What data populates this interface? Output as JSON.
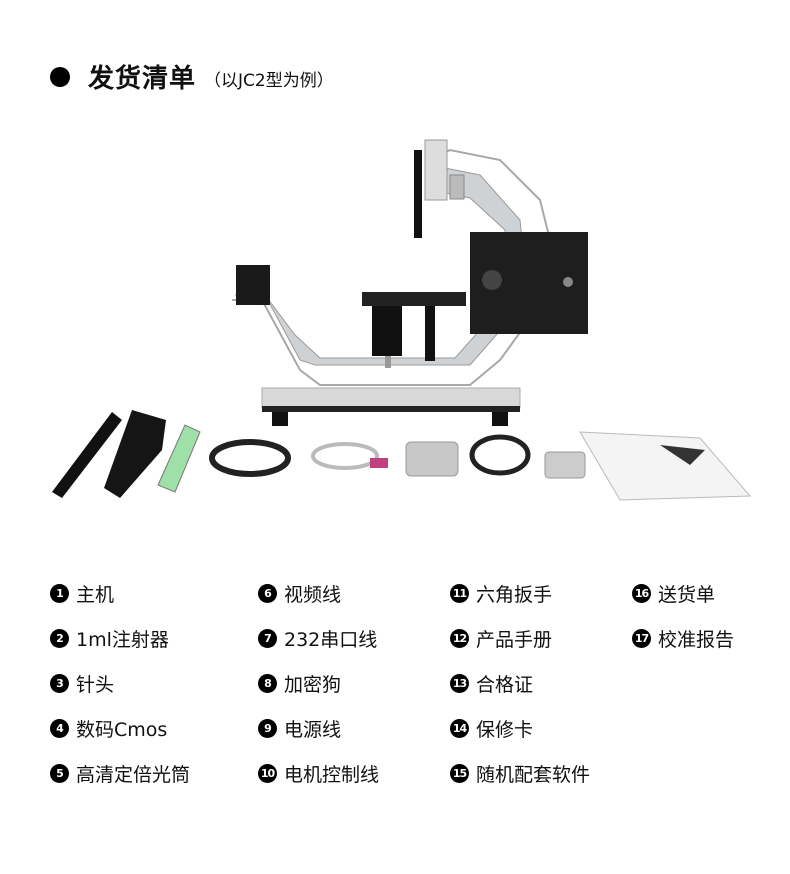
{
  "header": {
    "title": "发货清单",
    "subtitle": "（以JC2型为例）"
  },
  "items": [
    {
      "num": "1",
      "label": "主机"
    },
    {
      "num": "2",
      "label": "1ml注射器"
    },
    {
      "num": "3",
      "label": "针头"
    },
    {
      "num": "4",
      "label": "数码Cmos"
    },
    {
      "num": "5",
      "label": "高清定倍光筒"
    },
    {
      "num": "6",
      "label": "视频线"
    },
    {
      "num": "7",
      "label": "232串口线"
    },
    {
      "num": "8",
      "label": "加密狗"
    },
    {
      "num": "9",
      "label": "电源线"
    },
    {
      "num": "10",
      "label": "电机控制线"
    },
    {
      "num": "11",
      "label": "六角扳手"
    },
    {
      "num": "12",
      "label": "产品手册"
    },
    {
      "num": "13",
      "label": "合格证"
    },
    {
      "num": "14",
      "label": "保修卡"
    },
    {
      "num": "15",
      "label": "随机配套软件"
    },
    {
      "num": "16",
      "label": "送货单"
    },
    {
      "num": "17",
      "label": "校准报告"
    }
  ]
}
